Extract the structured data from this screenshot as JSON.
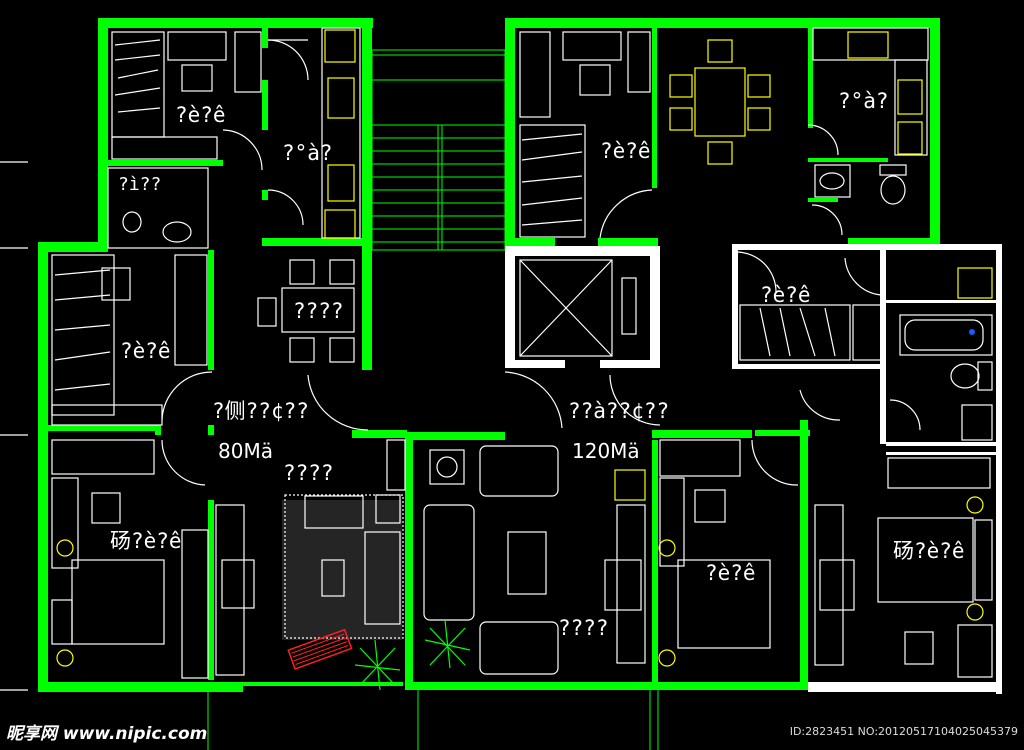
{
  "labels": {
    "bedroom_tl": "?è?ê",
    "bedroom_l": "?è?ê",
    "bedroom_tr": "?è?ê",
    "bath_tl": "?ì??",
    "kitchen_tl": "?°à?",
    "kitchen_tr": "?°à?",
    "dining_l": "????",
    "unit_l": "?侧??¢??",
    "unit_r": "??à??¢??",
    "area_l": "80Mä",
    "area_r": "120Mä",
    "living_l": "????",
    "living_r": "????",
    "master_l": "砀?è?ê",
    "master_r": "砀?è?ê",
    "bedroom_mr": "?è?ê",
    "study_r": "?è?ê"
  },
  "watermark": "昵享网 www.nipic.com",
  "image_id": "ID:2823451 NO:20120517104025045379",
  "colors": {
    "wall": "#00ff00",
    "line": "#ffffff",
    "furniture": "#ffff00",
    "accent": "#ff2020",
    "background": "#000000"
  }
}
